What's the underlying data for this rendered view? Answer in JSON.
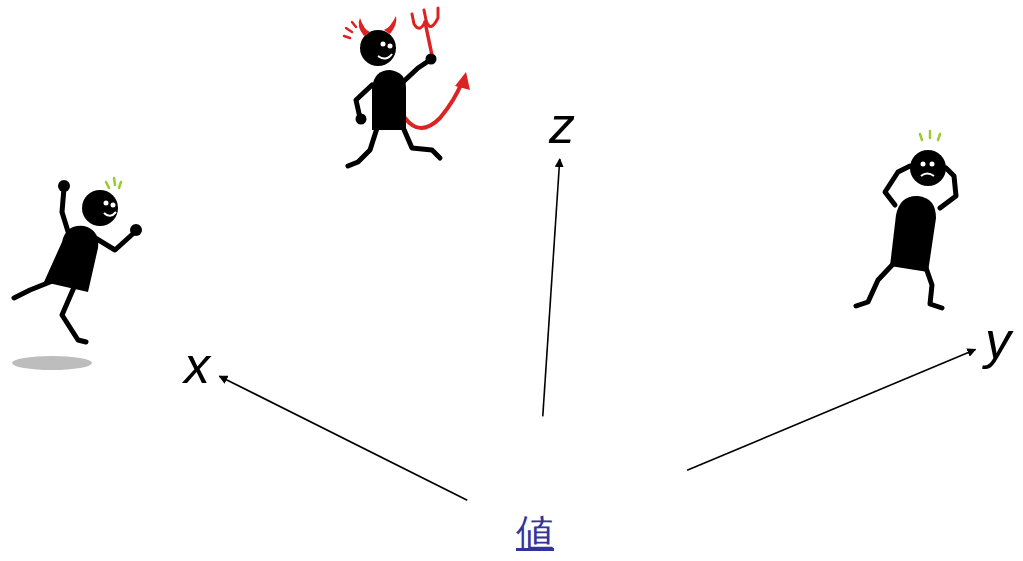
{
  "diagram": {
    "nodes": [
      {
        "text": [
          "z"
        ]
      },
      {
        "text": [
          "x"
        ]
      },
      {
        "text": [
          "y"
        ]
      },
      {
        "text": [
          "値"
        ]
      }
    ],
    "edges": [
      {
        "from": 3,
        "to": 1,
        "arrow": "to"
      },
      {
        "from": 3,
        "to": 0,
        "arrow": "to"
      },
      {
        "from": 3,
        "to": 2,
        "arrow": "to"
      }
    ]
  }
}
